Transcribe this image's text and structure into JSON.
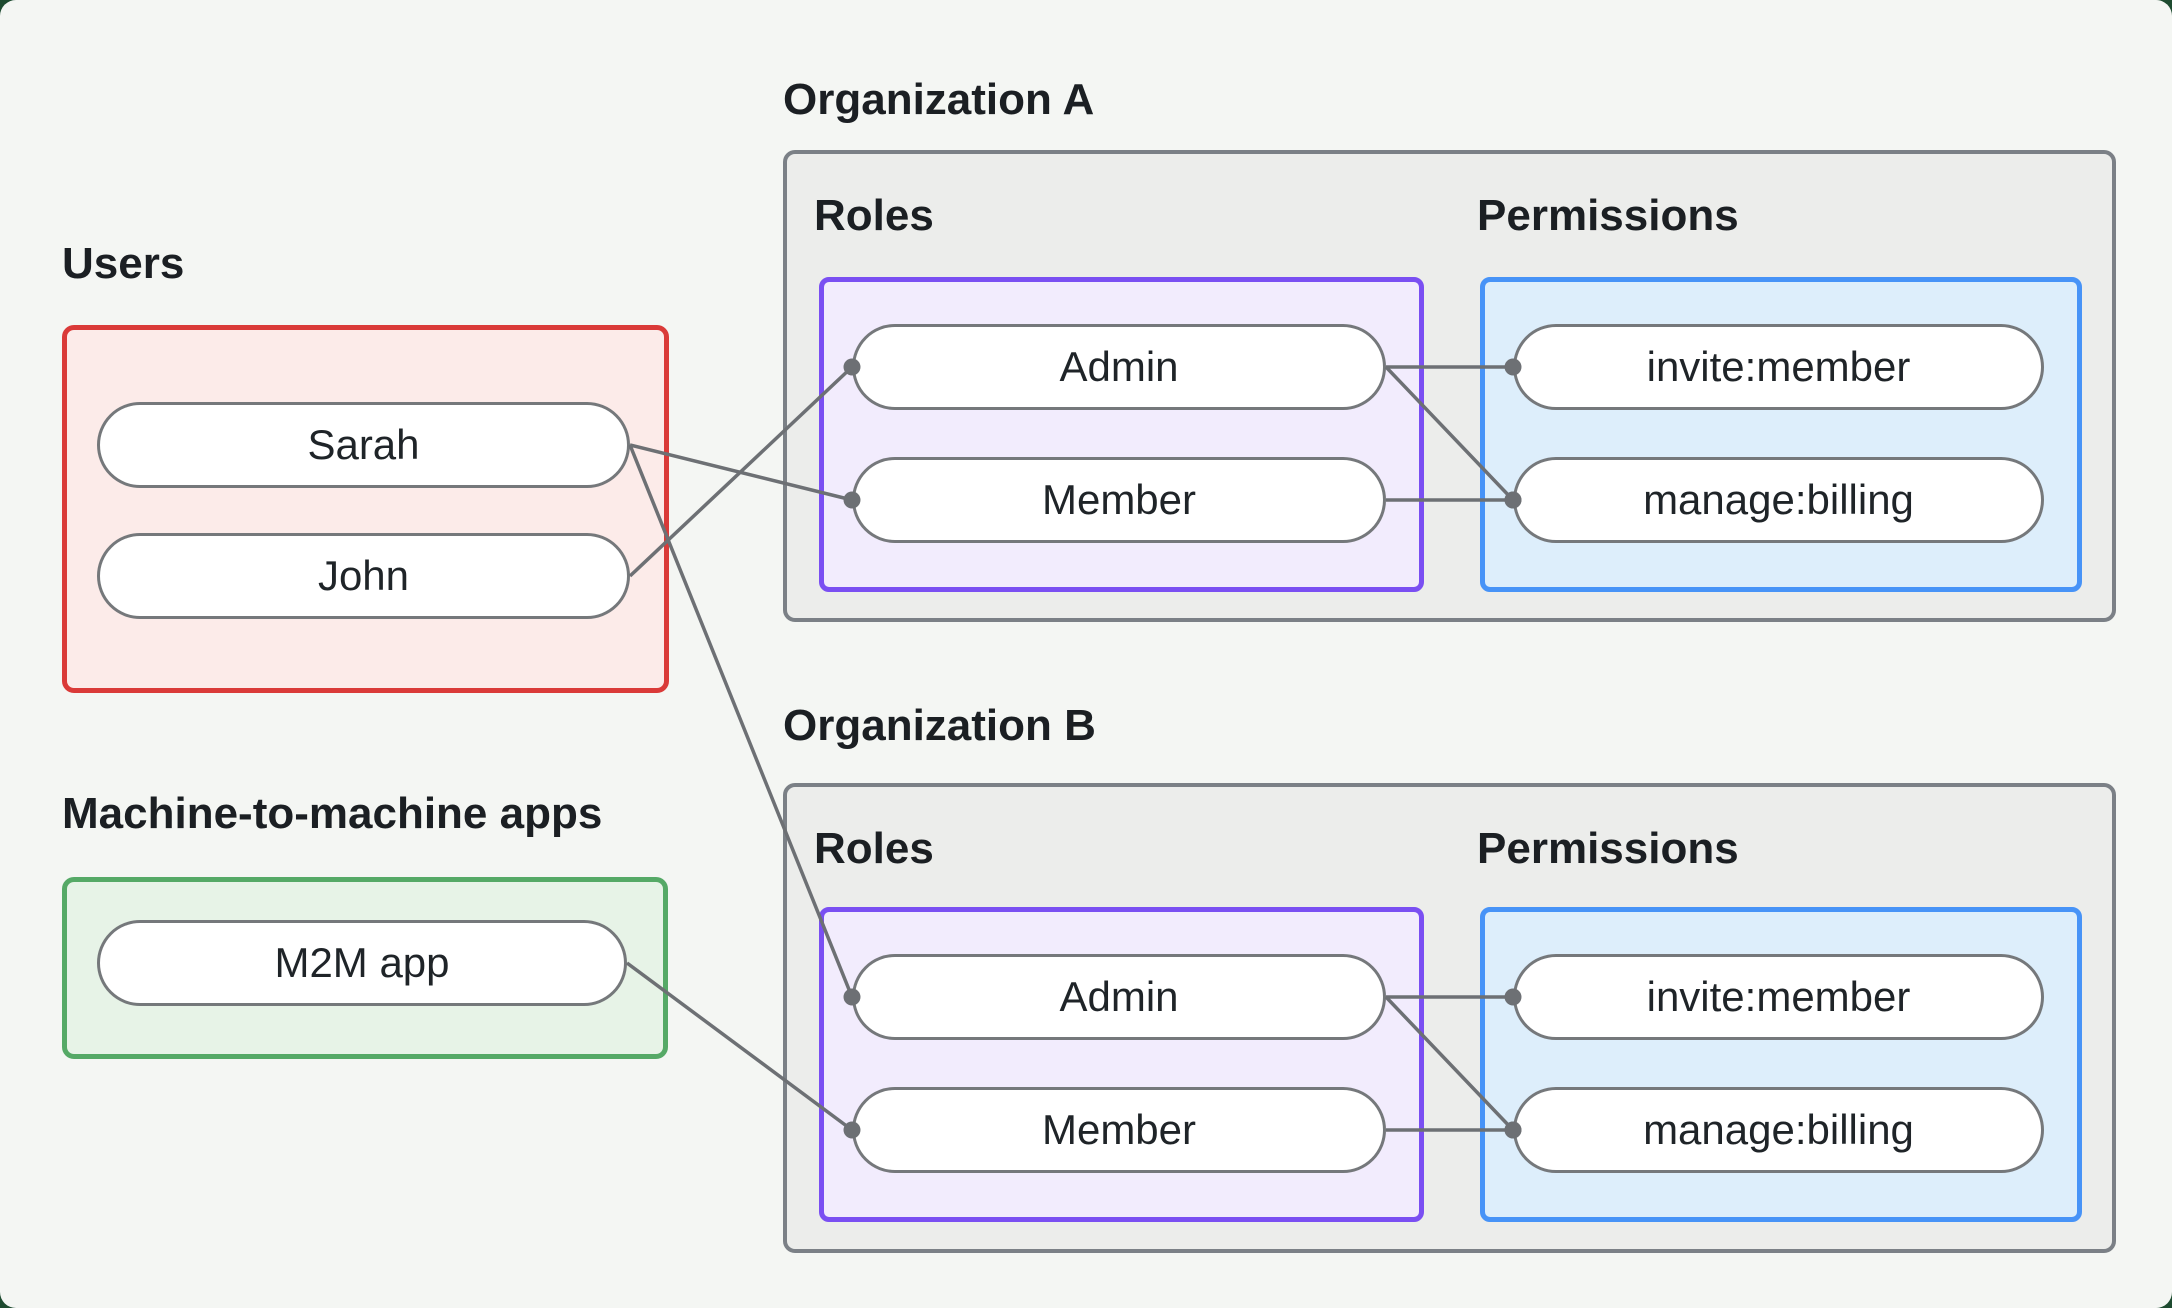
{
  "colors": {
    "canvas_background": "#f4f6f3",
    "outside_background": "#1e4b30",
    "text": "#1b1f23",
    "edge_line": "#6d7074",
    "pill_border": "#75787b",
    "pill_fill": "#ffffff",
    "users_border": "#da3a38",
    "users_fill": "#fcebe9",
    "m2m_border": "#55a966",
    "m2m_fill": "#e7f3e7",
    "org_border": "#7b8086",
    "org_fill": "#ecedeb",
    "roles_border": "#7a4ff2",
    "roles_fill": "#f2ecfd",
    "permissions_border": "#4793f7",
    "permissions_fill": "#ddeefb"
  },
  "users_group": {
    "label": "Users",
    "nodes": [
      {
        "id": "user-sarah",
        "label": "Sarah"
      },
      {
        "id": "user-john",
        "label": "John"
      }
    ]
  },
  "m2m_group": {
    "label": "Machine-to-machine apps",
    "nodes": [
      {
        "id": "m2m-app",
        "label": "M2M app"
      }
    ]
  },
  "organizations": [
    {
      "title": "Organization A",
      "roles_label": "Roles",
      "permissions_label": "Permissions",
      "roles": [
        {
          "id": "org-a-admin",
          "label": "Admin"
        },
        {
          "id": "org-a-member",
          "label": "Member"
        }
      ],
      "permissions": [
        {
          "id": "org-a-invite",
          "label": "invite:member"
        },
        {
          "id": "org-a-billing",
          "label": "manage:billing"
        }
      ]
    },
    {
      "title": "Organization B",
      "roles_label": "Roles",
      "permissions_label": "Permissions",
      "roles": [
        {
          "id": "org-b-admin",
          "label": "Admin"
        },
        {
          "id": "org-b-member",
          "label": "Member"
        }
      ],
      "permissions": [
        {
          "id": "org-b-invite",
          "label": "invite:member"
        },
        {
          "id": "org-b-billing",
          "label": "manage:billing"
        }
      ]
    }
  ],
  "edges": [
    {
      "from": "user-sarah",
      "to": "org-a-member"
    },
    {
      "from": "user-john",
      "to": "org-a-admin"
    },
    {
      "from": "user-sarah",
      "to": "org-b-admin"
    },
    {
      "from": "m2m-app",
      "to": "org-b-member"
    },
    {
      "from": "org-a-admin",
      "to": "org-a-invite"
    },
    {
      "from": "org-a-admin",
      "to": "org-a-billing"
    },
    {
      "from": "org-a-member",
      "to": "org-a-billing"
    },
    {
      "from": "org-b-admin",
      "to": "org-b-invite"
    },
    {
      "from": "org-b-admin",
      "to": "org-b-billing"
    },
    {
      "from": "org-b-member",
      "to": "org-b-billing"
    }
  ]
}
